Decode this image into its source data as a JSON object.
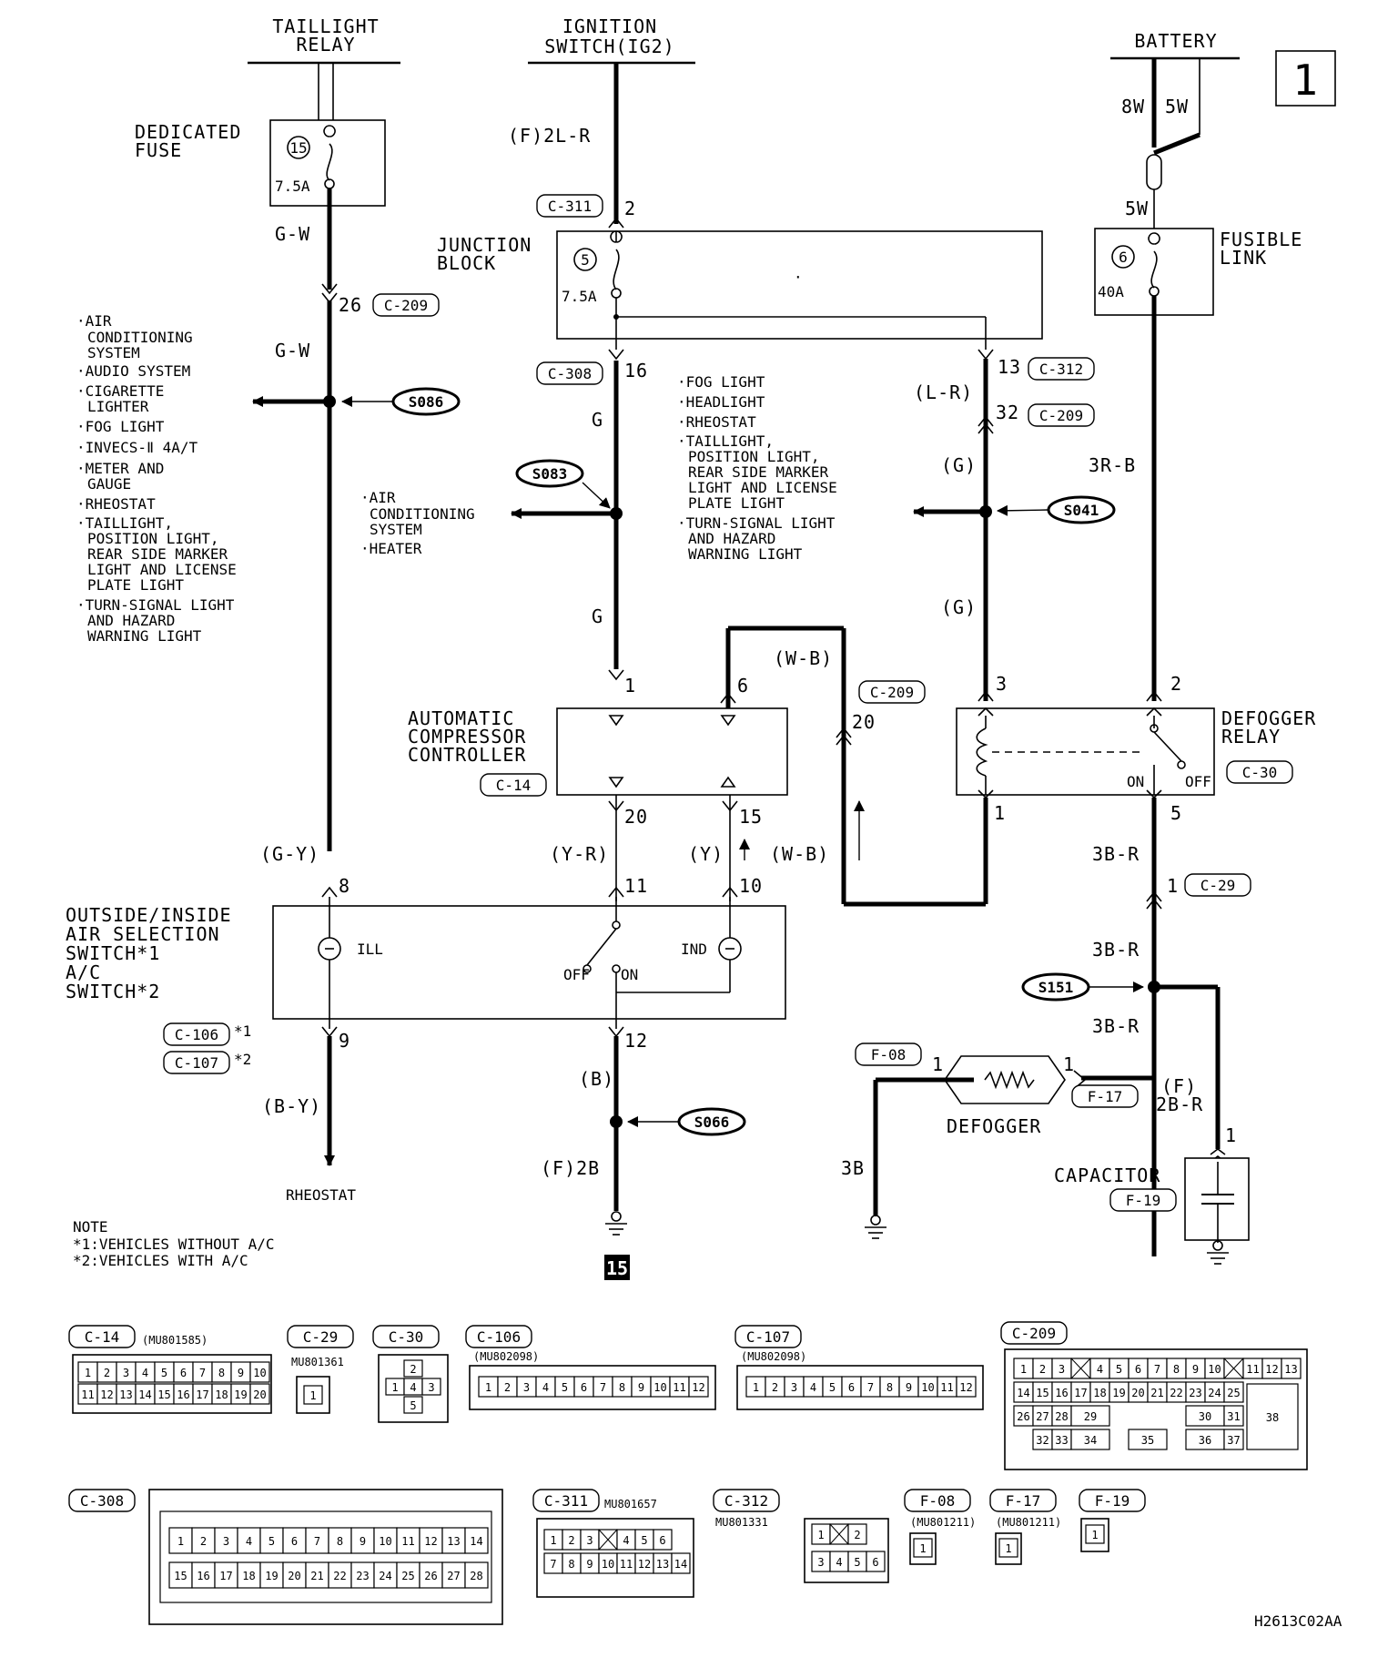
{
  "page_number": "1",
  "figure_code": "H2613C02AA",
  "ground_number": "15",
  "sources": {
    "taillight_relay": [
      "TAILLIGHT",
      "RELAY"
    ],
    "ignition_switch": [
      "IGNITION",
      "SWITCH(IG2)"
    ],
    "battery": "BATTERY"
  },
  "fuses": {
    "dedicated": {
      "title": [
        "DEDICATED",
        "FUSE"
      ],
      "num": "15",
      "rating": "7.5A"
    },
    "junction": {
      "title": [
        "JUNCTION",
        "BLOCK"
      ],
      "num": "5",
      "rating": "7.5A"
    },
    "fusible_link": {
      "title": [
        "FUSIBLE",
        "LINK"
      ],
      "num": "6",
      "rating": "40A"
    }
  },
  "wires": {
    "gw1": "G-W",
    "gw2": "G-W",
    "f2lr": "(F)2L-R",
    "g1": "G",
    "g2": "G",
    "lr": "(L-R)",
    "g_paren1": "(G)",
    "g_paren2": "(G)",
    "wb1": "(W-B)",
    "wb2": "(W-B)",
    "w8": "8W",
    "w5": "5W",
    "w5b": "5W",
    "r3b": "3R-B",
    "gy": "(G-Y)",
    "yr": "(Y-R)",
    "y": "(Y)",
    "by": "(B-Y)",
    "b": "(B)",
    "f2b": "(F)2B",
    "br1": "3B-R",
    "br2": "3B-R",
    "br3": "3B-R",
    "f2br": [
      "(F)",
      "2B-R"
    ],
    "b3": "3B"
  },
  "connectors": {
    "c311": "C-311",
    "c209a": "C-209",
    "c308": "C-308",
    "c312": "C-312",
    "c209b": "C-209",
    "c209c": "C-209",
    "c14": "C-14",
    "c30": "C-30",
    "c29": "C-29",
    "c106": "C-106",
    "c107": "C-107",
    "f08": "F-08",
    "f17": "F-17",
    "f19": "F-19"
  },
  "pins": {
    "p2": "2",
    "p26": "26",
    "p16": "16",
    "p13": "13",
    "p32": "32",
    "p1a": "1",
    "p6": "6",
    "p20a": "20",
    "p3": "3",
    "p2b": "2",
    "p20b": "20",
    "p15": "15",
    "p1b": "1",
    "p5": "5",
    "p8": "8",
    "p11": "11",
    "p10": "10",
    "p1c": "1",
    "p9": "9",
    "p12": "12",
    "p1d": "1",
    "p1e": "1",
    "p1f": "1"
  },
  "splices": {
    "s086": "S086",
    "s083": "S083",
    "s041": "S041",
    "s066": "S066",
    "s151": "S151"
  },
  "lists": {
    "left": [
      "·AIR",
      "CONDITIONING",
      "SYSTEM",
      "·AUDIO SYSTEM",
      "·CIGARETTE",
      "LIGHTER",
      "·FOG LIGHT",
      "·INVECS-Ⅱ 4A/T",
      "·METER AND",
      "GAUGE",
      "·RHEOSTAT",
      "·TAILLIGHT,",
      "POSITION LIGHT,",
      "REAR SIDE MARKER",
      "LIGHT AND LICENSE",
      "PLATE LIGHT",
      "·TURN-SIGNAL LIGHT",
      "AND HAZARD",
      "WARNING LIGHT"
    ],
    "mid": [
      "·AIR",
      "CONDITIONING",
      "SYSTEM",
      "·HEATER"
    ],
    "right": [
      "·FOG LIGHT",
      "·HEADLIGHT",
      "·RHEOSTAT",
      "·TAILLIGHT,",
      "POSITION LIGHT,",
      "REAR SIDE MARKER",
      "LIGHT AND LICENSE",
      "PLATE LIGHT",
      "·TURN-SIGNAL LIGHT",
      "AND HAZARD",
      "WARNING LIGHT"
    ]
  },
  "components": {
    "acc": [
      "AUTOMATIC",
      "COMPRESSOR",
      "CONTROLLER"
    ],
    "defogger_relay": [
      "DEFOGGER",
      "RELAY"
    ],
    "relay_on": "ON",
    "relay_off": "OFF",
    "switch": [
      "OUTSIDE/INSIDE",
      "AIR SELECTION",
      "SWITCH*1",
      "A/C",
      "SWITCH*2"
    ],
    "ill": "ILL",
    "ind": "IND",
    "sw_off": "OFF",
    "sw_on": "ON",
    "defogger": "DEFOGGER",
    "capacitor": "CAPACITOR",
    "rheostat": "RHEOSTAT",
    "star1": "*1",
    "star2": "*2"
  },
  "note": {
    "title": "NOTE",
    "lines": [
      "*1:VEHICLES WITHOUT A/C",
      "*2:VEHICLES WITH A/C"
    ]
  },
  "connector_views": {
    "c14": {
      "name": "C-14",
      "part": "(MU801585)",
      "row1": [
        "1",
        "2",
        "3",
        "4",
        "5",
        "6",
        "7",
        "8",
        "9",
        "10"
      ],
      "row2": [
        "11",
        "12",
        "13",
        "14",
        "15",
        "16",
        "17",
        "18",
        "19",
        "20"
      ]
    },
    "c29": {
      "name": "C-29",
      "part": "MU801361",
      "pins": [
        "1"
      ]
    },
    "c30": {
      "name": "C-30",
      "pins": [
        "2",
        "1",
        "4",
        "3",
        "5"
      ]
    },
    "c106": {
      "name": "C-106",
      "part": "(MU802098)",
      "pins": [
        "1",
        "2",
        "3",
        "4",
        "5",
        "6",
        "7",
        "8",
        "9",
        "10",
        "11",
        "12"
      ]
    },
    "c107": {
      "name": "C-107",
      "part": "(MU802098)",
      "pins": [
        "1",
        "2",
        "3",
        "4",
        "5",
        "6",
        "7",
        "8",
        "9",
        "10",
        "11",
        "12"
      ]
    },
    "c209": {
      "name": "C-209",
      "row1": [
        "1",
        "2",
        "3",
        "",
        "4",
        "5",
        "6",
        "7",
        "8",
        "9",
        "10",
        "",
        "11",
        "12",
        "13"
      ],
      "row2": [
        "14",
        "15",
        "16",
        "17",
        "18",
        "19",
        "20",
        "21",
        "22",
        "23",
        "24",
        "25"
      ],
      "row3": [
        "26",
        "27",
        "28",
        "29",
        "30",
        "31"
      ],
      "row4": [
        "32",
        "33",
        "34",
        "35",
        "36",
        "37"
      ],
      "big": "38"
    },
    "c308": {
      "name": "C-308",
      "row1": [
        "1",
        "2",
        "3",
        "4",
        "5",
        "6",
        "7",
        "8",
        "9",
        "10",
        "11",
        "12",
        "13",
        "14"
      ],
      "row2": [
        "15",
        "16",
        "17",
        "18",
        "19",
        "20",
        "21",
        "22",
        "23",
        "24",
        "25",
        "26",
        "27",
        "28"
      ]
    },
    "c311": {
      "name": "C-311",
      "part": "MU801657",
      "row1": [
        "1",
        "2",
        "3",
        "",
        "4",
        "5",
        "6"
      ],
      "row2": [
        "7",
        "8",
        "9",
        "10",
        "11",
        "12",
        "13",
        "14"
      ]
    },
    "c312": {
      "name": "C-312",
      "part": "MU801331",
      "row1": [
        "1",
        "",
        "2"
      ],
      "row2": [
        "3",
        "4",
        "5",
        "6"
      ]
    },
    "f08": {
      "name": "F-08",
      "part": "(MU801211)",
      "pins": [
        "1"
      ]
    },
    "f17": {
      "name": "F-17",
      "part": "(MU801211)",
      "pins": [
        "1"
      ]
    },
    "f19": {
      "name": "F-19",
      "pins": [
        "1"
      ]
    }
  }
}
